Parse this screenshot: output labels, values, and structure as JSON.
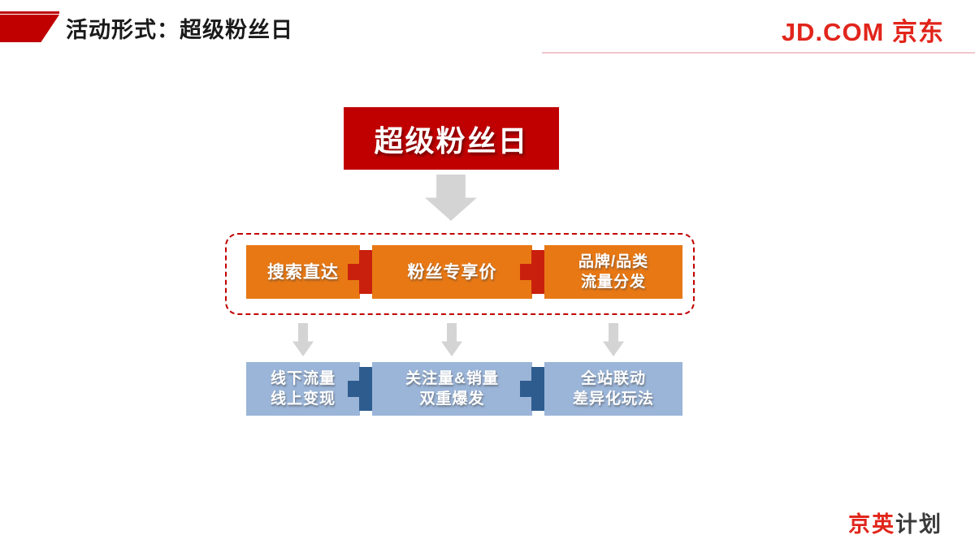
{
  "header": {
    "title": "活动形式：超级粉丝日",
    "brand": "JD.COM 京东"
  },
  "diagram": {
    "root_label": "超级粉丝日",
    "tier1": [
      {
        "line1": "搜索直达"
      },
      {
        "line1": "粉丝专享价"
      },
      {
        "line1": "品牌/品类",
        "line2": "流量分发"
      }
    ],
    "tier2": [
      {
        "line1": "线下流量",
        "line2": "线上变现"
      },
      {
        "line1": "关注量&销量",
        "line2": "双重爆发"
      },
      {
        "line1": "全站联动",
        "line2": "差异化玩法"
      }
    ],
    "icons": {
      "connector": "plus-icon",
      "flow": "arrow-down-icon"
    }
  },
  "footer": {
    "brand_red": "京英",
    "brand_dark": "计划"
  },
  "colors": {
    "brand-red": "#E1251B",
    "deep-red": "#C00000",
    "plus-red": "#C9200E",
    "orange": "#E87814",
    "light-blue": "#9BB5D8",
    "dark-blue": "#2E5C8F",
    "arrow-gray": "#D4D4D4",
    "divider-pink": "#EFC6CB",
    "title-black": "#1A1A1A",
    "footer-dark": "#3A3A3A"
  }
}
